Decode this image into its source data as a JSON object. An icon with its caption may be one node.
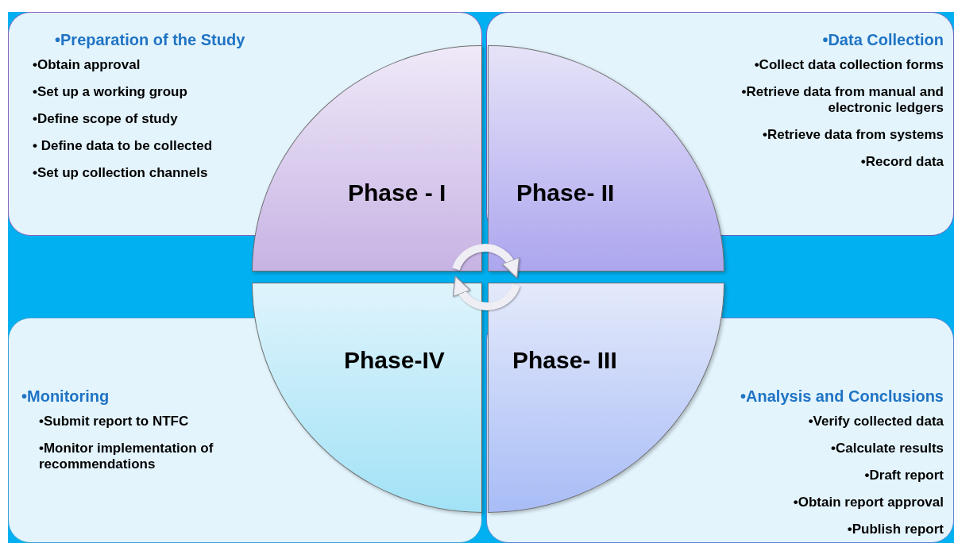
{
  "diagram": {
    "nodes": [
      {
        "text": [
          "•Preparation of the Study",
          "•Obtain approval",
          "•Set up a working group",
          "•Define scope of study",
          "• Define data to be collected",
          "•Set up collection channels"
        ]
      },
      {
        "text": [
          "•Data Collection",
          "•Collect data collection forms",
          "•Retrieve data from manual and electronic ledgers",
          "•Retrieve data from systems",
          "•Record data"
        ]
      },
      {
        "text": [
          "Phase - I"
        ]
      },
      {
        "text": [
          "Phase- II"
        ]
      },
      {
        "text": [
          "Phase-IV"
        ]
      },
      {
        "text": [
          "Phase- III"
        ]
      },
      {
        "text": [
          "•Monitoring",
          "•Submit report to NTFC",
          "•Monitor implementation of recommendations"
        ]
      },
      {
        "text": [
          "•Analysis and Conclusions",
          "•Verify collected data",
          "•Calculate results",
          "•Draft report",
          "•Obtain report approval",
          "•Publish report"
        ]
      }
    ],
    "edges": [
      {
        "from": 2,
        "to": 3,
        "arrow": "to"
      },
      {
        "from": 5,
        "to": 4,
        "arrow": "to"
      }
    ]
  }
}
